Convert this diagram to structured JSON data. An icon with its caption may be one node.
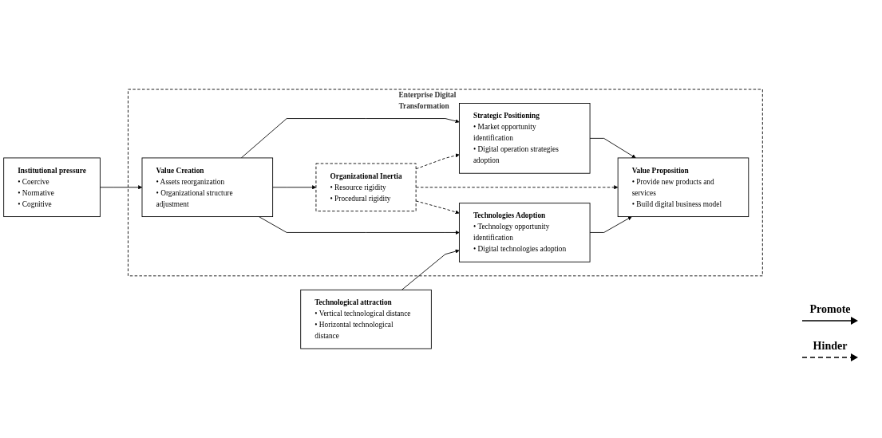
{
  "diagram": {
    "nodes": [
      {
        "text": [
          "Enterprise Digital Transformation"
        ]
      },
      {
        "text": [
          "Technological attraction",
          "• Vertical technological distance",
          "• Horizontal technological distance"
        ]
      },
      {
        "text": [
          "Institutional pressure",
          "• Coercive",
          "• Normative",
          "• Cognitive"
        ]
      },
      {
        "text": [
          "Technologies Adoption",
          "• Technology opportunity identification",
          "• Digital technologies adoption"
        ],
        "in": 0
      },
      {
        "text": [
          "Value Creation",
          "• Assets reorganization",
          "• Organizational structure adjustment"
        ],
        "in": 0
      },
      {
        "text": [
          "Organizational Inertia",
          "• Resource rigidity",
          "• Procedural rigidity"
        ],
        "in": 0
      },
      {
        "text": [
          "Value Proposition",
          "• Provide new products and services",
          "• Build digital business model"
        ],
        "in": 0
      },
      {
        "text": [
          "Strategic Positioning",
          "• Market opportunity identification",
          "• Digital operation strategies adoption"
        ],
        "in": 0
      }
    ],
    "edges": [
      {
        "from": 1,
        "to": 3,
        "arrow": "to"
      },
      {
        "from": 2,
        "to": 4,
        "arrow": "to"
      },
      {
        "from": 4,
        "to": 3,
        "arrow": "to"
      },
      {
        "from": 4,
        "to": 5,
        "arrow": "to"
      },
      {
        "from": 4,
        "to": 7,
        "arrow": "to"
      },
      {
        "from": 5,
        "to": 3,
        "arrow": "to",
        "style": "dashed"
      },
      {
        "from": 5,
        "to": 6,
        "arrow": "to",
        "style": "dashed"
      },
      {
        "from": 5,
        "to": 7,
        "arrow": "to",
        "style": "dashed"
      },
      {
        "from": 3,
        "to": 6,
        "arrow": "to"
      },
      {
        "from": 7,
        "to": 6,
        "arrow": "to"
      }
    ],
    "legend": [
      {
        "text": "Promote"
      },
      {
        "text": "Hinder"
      }
    ]
  }
}
